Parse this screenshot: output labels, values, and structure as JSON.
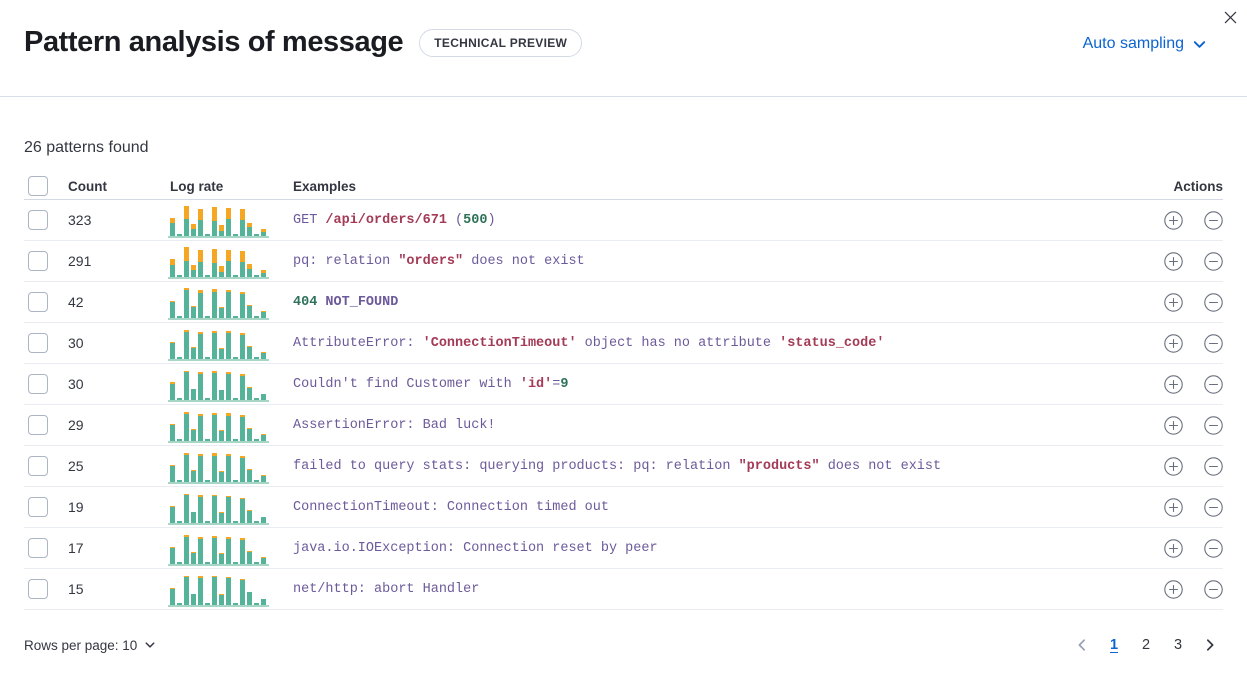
{
  "header": {
    "title": "Pattern analysis of message",
    "badge": "TECHNICAL PREVIEW",
    "sampling_label": "Auto sampling"
  },
  "summary": "26 patterns found",
  "colors": {
    "accent_blue": "#0B64D0",
    "spark_teal": "#54B399",
    "spark_orange": "#F5A623",
    "token_purple": "#6D5A9B",
    "token_red": "#A33A56",
    "token_green": "#2E7159"
  },
  "table": {
    "columns": {
      "count": "Count",
      "log_rate": "Log rate",
      "examples": "Examples",
      "actions": "Actions"
    },
    "rows": [
      {
        "count": "323",
        "bars": [
          [
            13,
            5
          ],
          [
            2,
            0
          ],
          [
            17,
            13
          ],
          [
            7,
            5
          ],
          [
            16,
            11
          ],
          [
            2,
            0
          ],
          [
            15,
            14
          ],
          [
            5,
            6
          ],
          [
            17,
            11
          ],
          [
            2,
            0
          ],
          [
            16,
            11
          ],
          [
            9,
            4
          ],
          [
            2,
            0
          ],
          [
            4,
            3
          ]
        ],
        "example": [
          {
            "t": "GET ",
            "c": "p"
          },
          {
            "t": "/api/orders/671",
            "c": "r"
          },
          {
            "t": " (",
            "c": "p"
          },
          {
            "t": "500",
            "c": "g"
          },
          {
            "t": ")",
            "c": "p"
          }
        ]
      },
      {
        "count": "291",
        "bars": [
          [
            12,
            6
          ],
          [
            2,
            0
          ],
          [
            16,
            14
          ],
          [
            7,
            5
          ],
          [
            15,
            12
          ],
          [
            2,
            0
          ],
          [
            14,
            14
          ],
          [
            5,
            6
          ],
          [
            16,
            11
          ],
          [
            2,
            0
          ],
          [
            15,
            11
          ],
          [
            8,
            5
          ],
          [
            2,
            0
          ],
          [
            4,
            3
          ]
        ],
        "example": [
          {
            "t": "pq: relation ",
            "c": "p"
          },
          {
            "t": "\"orders\"",
            "c": "r"
          },
          {
            "t": " does not exist",
            "c": "p"
          }
        ]
      },
      {
        "count": "42",
        "bars": [
          [
            16,
            1
          ],
          [
            2,
            0
          ],
          [
            28,
            2
          ],
          [
            11,
            1
          ],
          [
            25,
            3
          ],
          [
            2,
            0
          ],
          [
            26,
            3
          ],
          [
            10,
            1
          ],
          [
            26,
            2
          ],
          [
            2,
            0
          ],
          [
            24,
            2
          ],
          [
            12,
            1
          ],
          [
            2,
            0
          ],
          [
            6,
            1
          ]
        ],
        "example": [
          {
            "t": "404",
            "c": "g"
          },
          {
            "t": " NOT_FOUND",
            "c": "pb"
          }
        ]
      },
      {
        "count": "30",
        "bars": [
          [
            16,
            1
          ],
          [
            2,
            0
          ],
          [
            27,
            2
          ],
          [
            11,
            1
          ],
          [
            25,
            2
          ],
          [
            2,
            0
          ],
          [
            26,
            2
          ],
          [
            10,
            1
          ],
          [
            26,
            2
          ],
          [
            2,
            0
          ],
          [
            24,
            2
          ],
          [
            12,
            1
          ],
          [
            2,
            0
          ],
          [
            6,
            1
          ]
        ],
        "example": [
          {
            "t": "AttributeError: ",
            "c": "p"
          },
          {
            "t": "'ConnectionTimeout'",
            "c": "r"
          },
          {
            "t": " object has no attribute ",
            "c": "p"
          },
          {
            "t": "'status_code'",
            "c": "r"
          }
        ]
      },
      {
        "count": "30",
        "bars": [
          [
            16,
            2
          ],
          [
            2,
            0
          ],
          [
            28,
            1
          ],
          [
            11,
            0
          ],
          [
            26,
            2
          ],
          [
            2,
            0
          ],
          [
            27,
            2
          ],
          [
            10,
            0
          ],
          [
            26,
            2
          ],
          [
            2,
            0
          ],
          [
            24,
            2
          ],
          [
            12,
            1
          ],
          [
            2,
            0
          ],
          [
            6,
            0
          ]
        ],
        "example": [
          {
            "t": "Couldn't find Customer with ",
            "c": "p"
          },
          {
            "t": "'id'",
            "c": "r"
          },
          {
            "t": "=",
            "c": "p"
          },
          {
            "t": "9",
            "c": "g"
          }
        ]
      },
      {
        "count": "29",
        "bars": [
          [
            16,
            1
          ],
          [
            2,
            0
          ],
          [
            27,
            2
          ],
          [
            11,
            1
          ],
          [
            25,
            2
          ],
          [
            2,
            0
          ],
          [
            26,
            2
          ],
          [
            10,
            1
          ],
          [
            25,
            3
          ],
          [
            2,
            0
          ],
          [
            24,
            2
          ],
          [
            12,
            1
          ],
          [
            2,
            0
          ],
          [
            6,
            1
          ]
        ],
        "example": [
          {
            "t": "AssertionError: Bad luck!",
            "c": "p"
          }
        ]
      },
      {
        "count": "25",
        "bars": [
          [
            16,
            1
          ],
          [
            2,
            0
          ],
          [
            27,
            2
          ],
          [
            11,
            1
          ],
          [
            26,
            2
          ],
          [
            2,
            0
          ],
          [
            26,
            3
          ],
          [
            10,
            1
          ],
          [
            26,
            2
          ],
          [
            2,
            0
          ],
          [
            24,
            2
          ],
          [
            12,
            1
          ],
          [
            2,
            0
          ],
          [
            6,
            1
          ]
        ],
        "example": [
          {
            "t": "failed to query stats: querying products: pq: relation ",
            "c": "p"
          },
          {
            "t": "\"products\"",
            "c": "r"
          },
          {
            "t": " does not exist",
            "c": "p"
          }
        ]
      },
      {
        "count": "19",
        "bars": [
          [
            16,
            1
          ],
          [
            2,
            0
          ],
          [
            28,
            1
          ],
          [
            11,
            0
          ],
          [
            26,
            2
          ],
          [
            2,
            0
          ],
          [
            27,
            1
          ],
          [
            10,
            1
          ],
          [
            26,
            1
          ],
          [
            2,
            0
          ],
          [
            24,
            1
          ],
          [
            12,
            1
          ],
          [
            2,
            0
          ],
          [
            6,
            0
          ]
        ],
        "example": [
          {
            "t": "ConnectionTimeout: Connection timed out",
            "c": "p"
          }
        ]
      },
      {
        "count": "17",
        "bars": [
          [
            16,
            1
          ],
          [
            2,
            0
          ],
          [
            27,
            2
          ],
          [
            11,
            1
          ],
          [
            25,
            2
          ],
          [
            2,
            0
          ],
          [
            26,
            2
          ],
          [
            10,
            1
          ],
          [
            25,
            2
          ],
          [
            2,
            0
          ],
          [
            24,
            2
          ],
          [
            12,
            1
          ],
          [
            2,
            0
          ],
          [
            6,
            1
          ]
        ],
        "example": [
          {
            "t": "java.io.IOException: Connection reset by peer",
            "c": "p"
          }
        ]
      },
      {
        "count": "15",
        "bars": [
          [
            16,
            1
          ],
          [
            2,
            0
          ],
          [
            28,
            1
          ],
          [
            11,
            0
          ],
          [
            27,
            2
          ],
          [
            2,
            0
          ],
          [
            28,
            1
          ],
          [
            10,
            1
          ],
          [
            27,
            1
          ],
          [
            2,
            0
          ],
          [
            25,
            1
          ],
          [
            13,
            0
          ],
          [
            2,
            0
          ],
          [
            6,
            0
          ]
        ],
        "example": [
          {
            "t": "net/http: abort Handler",
            "c": "p"
          }
        ]
      }
    ]
  },
  "footer": {
    "rows_per_page_label": "Rows per page: 10",
    "pagination": {
      "pages": [
        "1",
        "2",
        "3"
      ],
      "active": "1"
    }
  }
}
